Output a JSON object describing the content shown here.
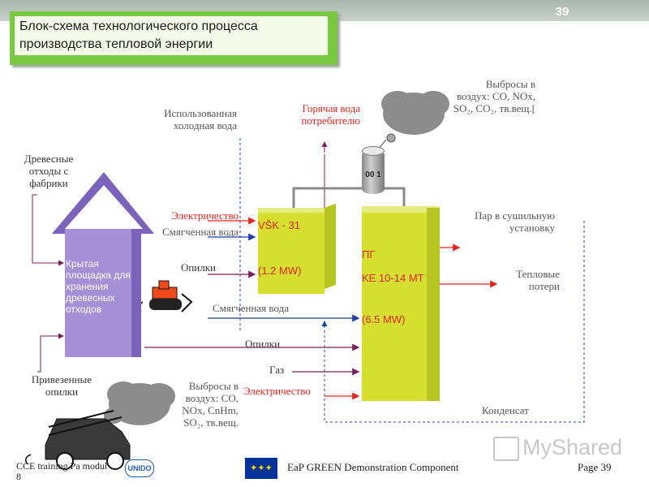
{
  "page_number": "39",
  "title": "Блок-схема технологического процесса производства тепловой энергии",
  "labels": {
    "wood_waste": "Древесные отходы с фабрики",
    "storage": "Крытая площадка для хранения древесных отходов",
    "imported_sawdust": "Привезенные опилки",
    "used_cold_water": "Использованная холодная вода",
    "hot_water": "Горячая вода потребителю",
    "emissions_top": "Выбросы в воздух: CO, NOx, SO₂, CO₂, тв.вещ.[",
    "electricity_1": "Электричество",
    "softened_water_1": "Смягченная вода",
    "sawdust_1": "Опилки",
    "vsk_name": "VŠK - 31",
    "vsk_power": "(1.2 MW)",
    "tank_label": "00 1",
    "pg_name": "ПГ",
    "pg_model": "KE 10-14 MT",
    "pg_power": "(6.5 MW)",
    "steam": "Пар в сушильную установку",
    "heat_losses": "Тепловые потери",
    "softened_water_2": "Смягченная вода",
    "sawdust_2": "Опилки",
    "gas": "Газ",
    "electricity_2": "Электричество",
    "emissions_bottom": "Выбросы в воздух: CO, NOx, CnHm, SO₂, тв.вещ.",
    "condensate": "Конденсат"
  },
  "footer": {
    "left": "CCE training Pa modul 8",
    "center": "EaP GREEN Demonstration Component",
    "right": "Page 39",
    "logo_unido": "UNIDO",
    "watermark": "MyShared"
  },
  "colors": {
    "title_frame": "#7ac943",
    "boiler": "#d6df2e",
    "storage": "#a58fd6",
    "red_labels": "#e2241b",
    "flow_lines": "#7b1f5e"
  }
}
